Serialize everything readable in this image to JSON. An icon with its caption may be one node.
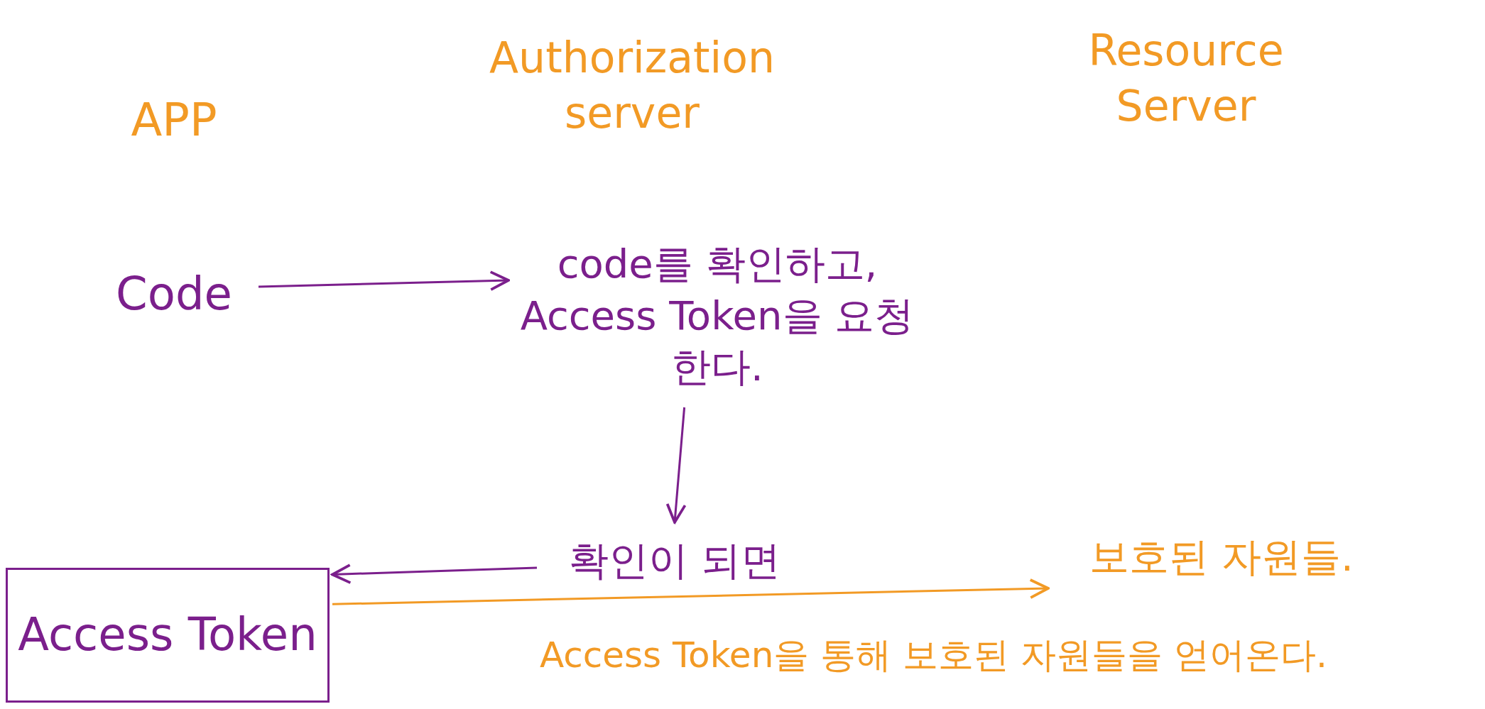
{
  "diagram": {
    "nodes": [
      {
        "text": [
          "APP"
        ]
      },
      {
        "text": [
          "Authorization server"
        ]
      },
      {
        "text": [
          "Resource Server"
        ]
      },
      {
        "text": [
          "Code"
        ]
      },
      {
        "text": [
          "code를 확인하고, Access Token을 요청한다."
        ]
      },
      {
        "text": [
          "확인이 되면"
        ]
      },
      {
        "text": [
          "Access Token"
        ]
      },
      {
        "text": [
          "보호된 자원들."
        ]
      }
    ],
    "edges": [
      {
        "from": 3,
        "to": 4,
        "arrow": "to"
      },
      {
        "from": 4,
        "to": 5,
        "arrow": "to"
      },
      {
        "from": 5,
        "to": 6,
        "arrow": "to"
      },
      {
        "from": 6,
        "to": 7,
        "arrow": "to",
        "color": "#f29a25",
        "label": "Access Token을 통해 보호된 자원들을 얻어온다."
      }
    ]
  }
}
